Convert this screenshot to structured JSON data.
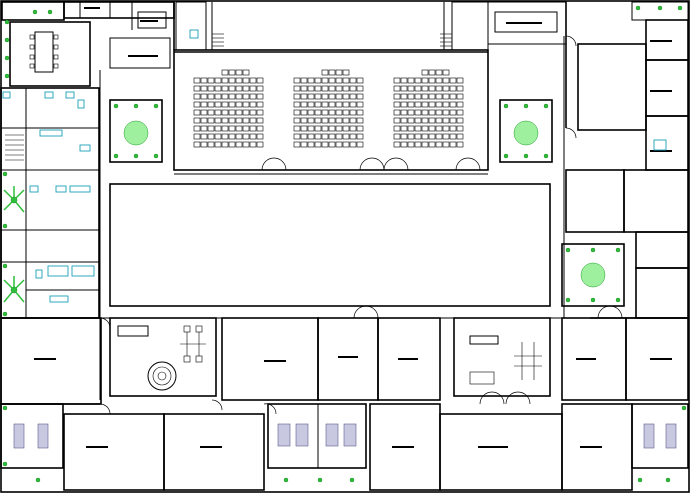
{
  "title": "",
  "colors": {
    "wall": "#000000",
    "planting": "#2fbf3a",
    "courtyard_grass": "#9ef09e",
    "sanitary_fixture": "#1aa0b8",
    "furniture": "#c8c8e0",
    "background": "#ffffff"
  },
  "elements": {
    "auditorium": {
      "type": "auditorium-seating",
      "seat_rows": 10,
      "seat_blocks": 3
    },
    "central_court": {
      "type": "open-courtyard"
    },
    "courtyards": {
      "type": "planted-courtyard",
      "count": 3
    },
    "meeting_room": {
      "type": "conference-table"
    },
    "lab_rooms": {
      "type": "equipment-room",
      "count": 2
    },
    "classrooms": {
      "type": "classroom",
      "count": 12
    },
    "toilets": {
      "type": "toilet-block",
      "count": 3
    },
    "palm_plantings": {
      "type": "palm-tree",
      "count": 2
    }
  }
}
